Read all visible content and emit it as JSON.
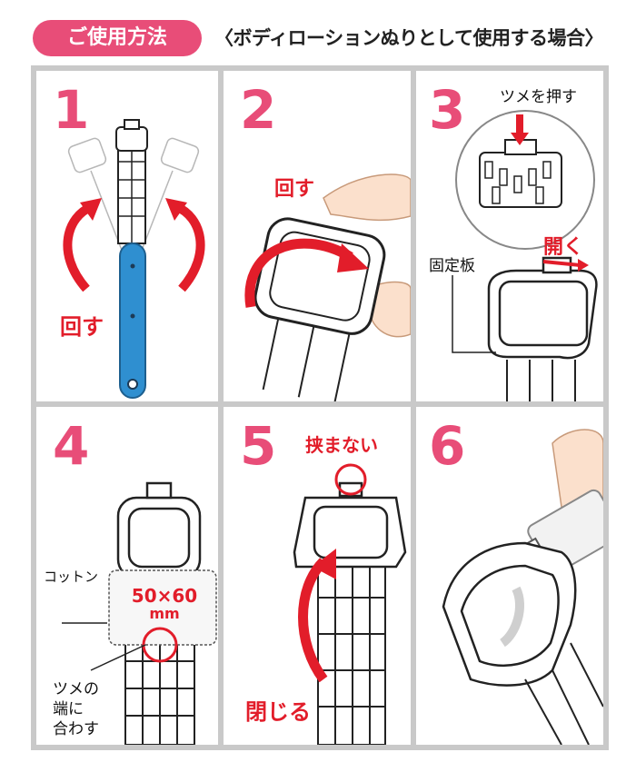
{
  "header": {
    "badge": "ご使用方法",
    "subtitle": "〈ボディローションぬりとして使用する場合〉"
  },
  "steps": [
    {
      "number": "1",
      "label": "回す"
    },
    {
      "number": "2",
      "label": "回す"
    },
    {
      "number": "3",
      "label_top": "ツメを押す",
      "label_open": "開く",
      "label_part": "固定板"
    },
    {
      "number": "4",
      "label_cotton": "コットン",
      "size_value": "50×60",
      "size_unit": "mm",
      "label_align_1": "ツメの",
      "label_align_2": "端に",
      "label_align_3": "合わす"
    },
    {
      "number": "5",
      "label_top": "挟まない",
      "label_bottom": "閉じる"
    },
    {
      "number": "6"
    }
  ],
  "colors": {
    "accent": "#e84d78",
    "red": "#e21d2a",
    "blue": "#2f8fd0",
    "frame": "#c9c9c9"
  }
}
